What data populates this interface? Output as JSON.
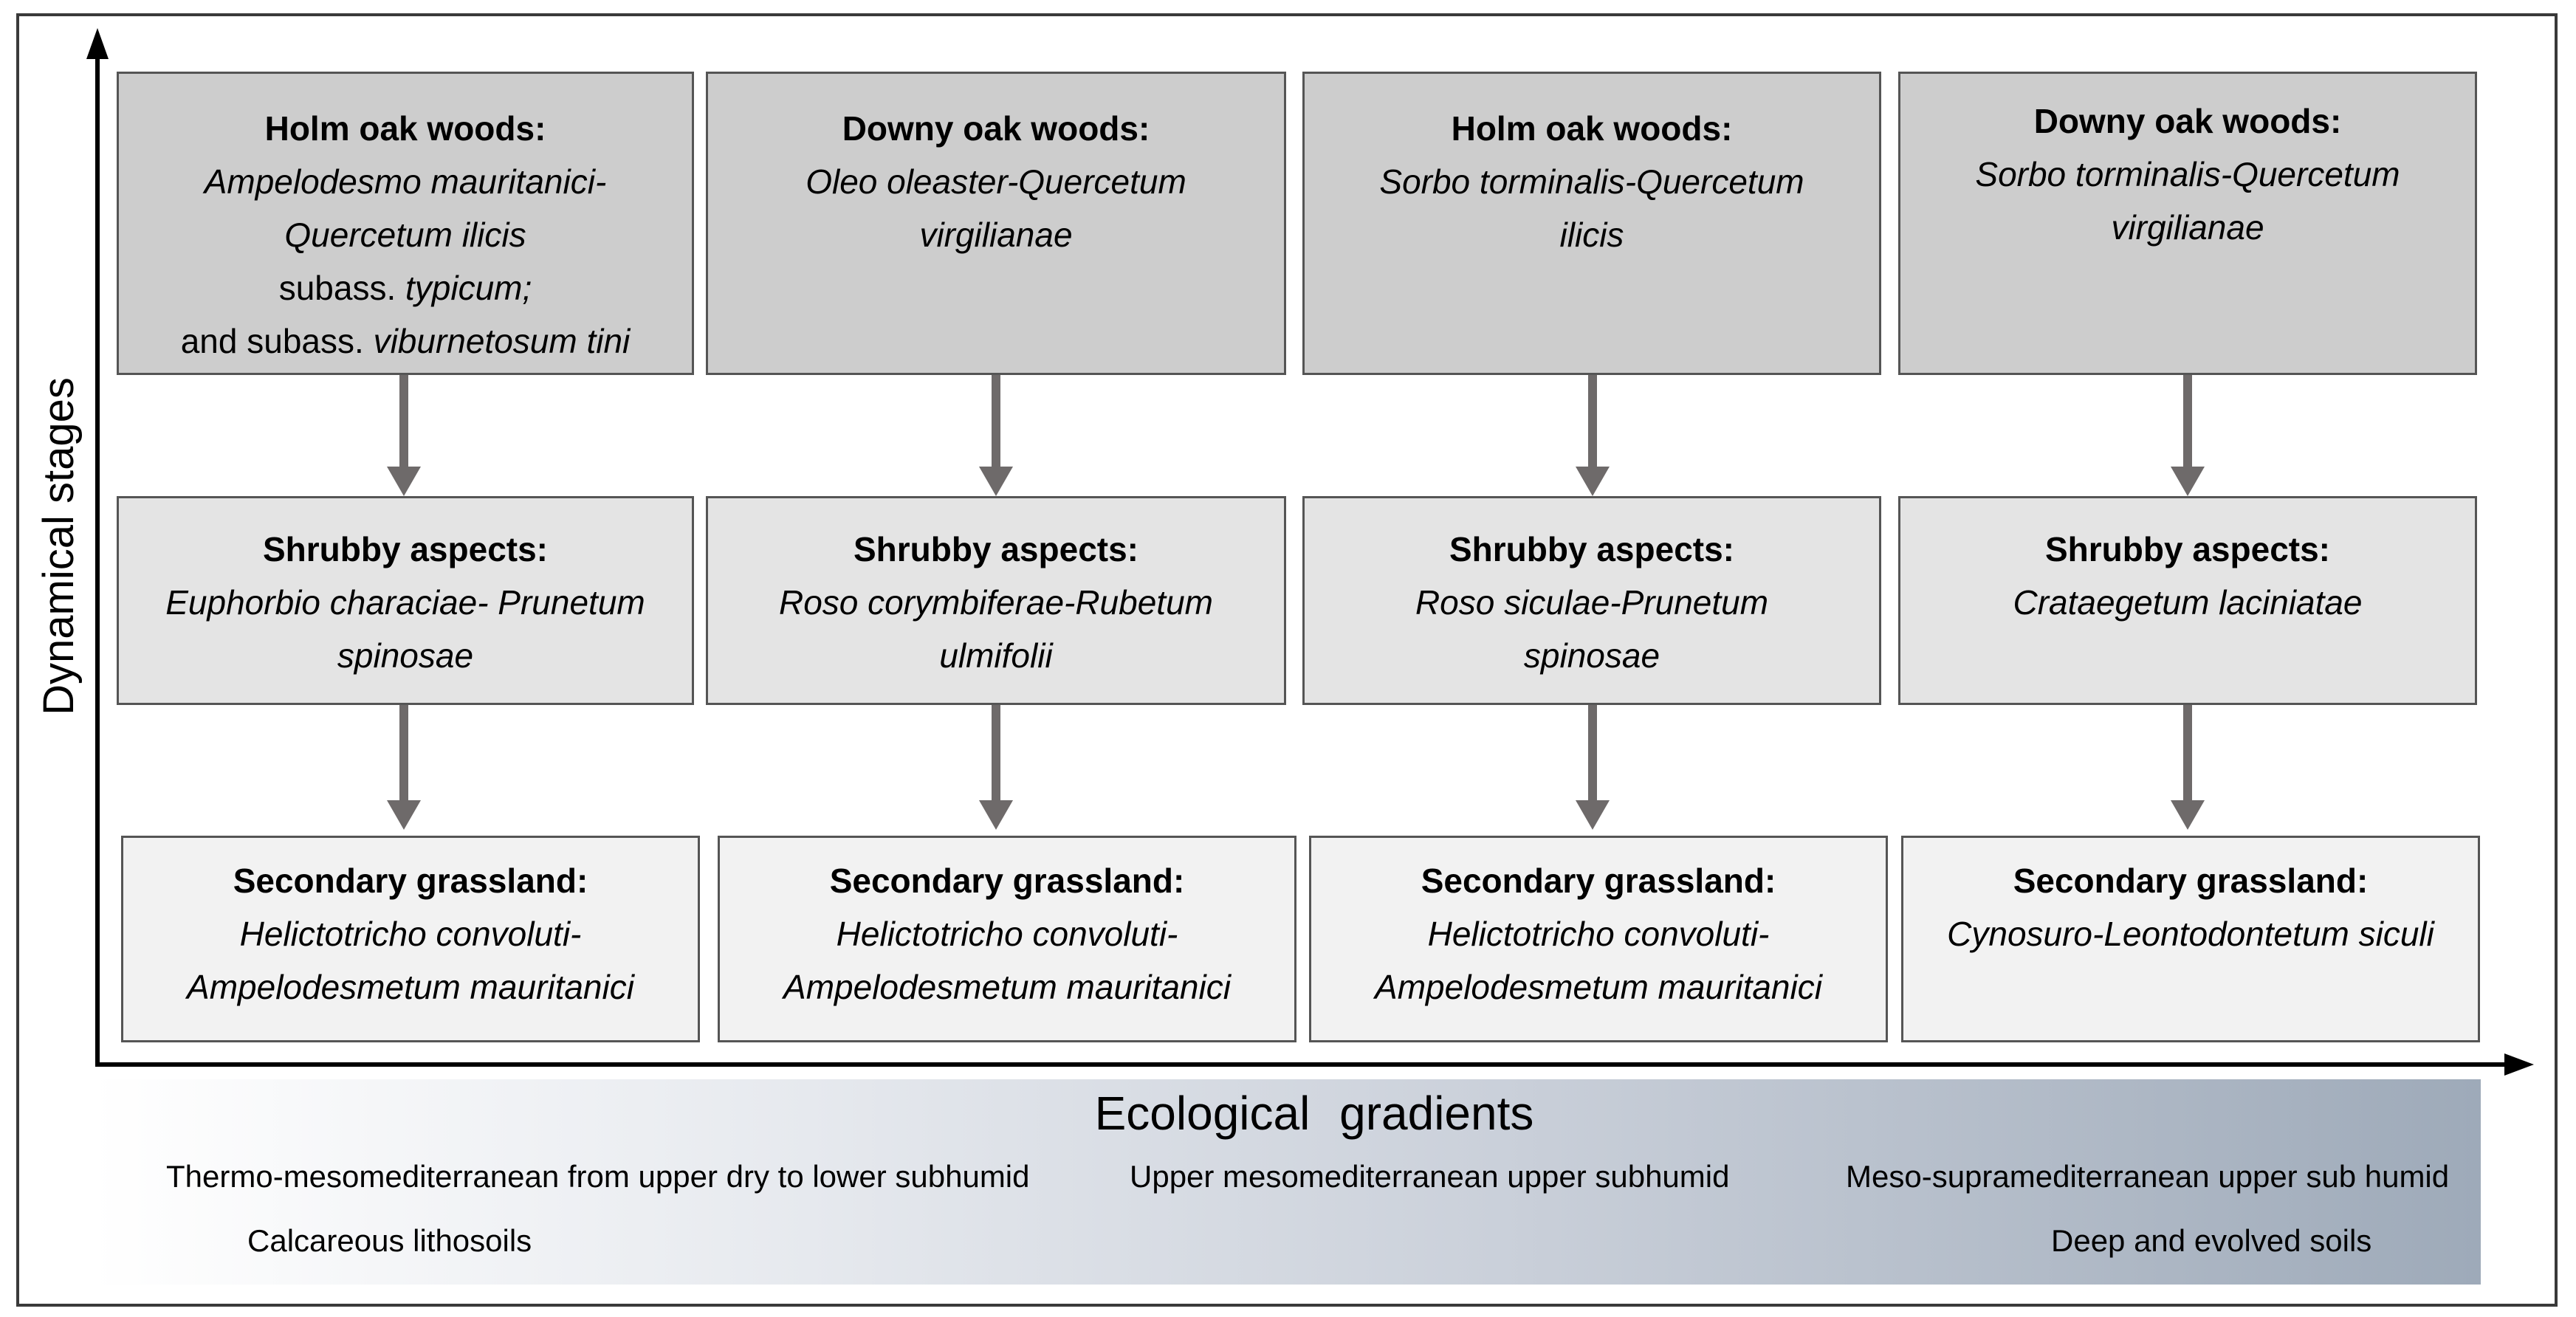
{
  "axes": {
    "y_label": "Dynamical  stages",
    "x_label": "Ecological  gradients"
  },
  "colors": {
    "woods_fill": "#cdcdcd",
    "shrub_fill": "#e4e4e4",
    "grass_fill": "#f2f2f2",
    "arrow": "#6e6a6a",
    "gradient_end": "#9eaab9"
  },
  "columns": [
    {
      "woods": {
        "heading": "Holm oak woods:",
        "lines": [
          {
            "text": "Ampelodesmo mauritanici-",
            "italic": true
          },
          {
            "text": "Quercetum ilicis",
            "italic": true
          }
        ],
        "extra1_plain": "subass. ",
        "extra1_italic": "typicum;",
        "extra2_plain": "and subass. ",
        "extra2_italic": "viburnetosum tini"
      },
      "shrub": {
        "heading": "Shrubby aspects:",
        "line1": "Euphorbio characiae- Prunetum",
        "line2": "spinosae"
      },
      "grass": {
        "heading": "Secondary grassland:",
        "line1": "Helictotricho convoluti-",
        "line2": "Ampelodesmetum mauritanici"
      }
    },
    {
      "woods": {
        "heading": "Downy oak woods:",
        "line1": "Oleo oleaster-Quercetum",
        "line2": "virgilianae"
      },
      "shrub": {
        "heading": "Shrubby aspects:",
        "line1": "Roso corymbiferae-Rubetum",
        "line2": "ulmifolii"
      },
      "grass": {
        "heading": "Secondary grassland:",
        "line1": "Helictotricho convoluti-",
        "line2": "Ampelodesmetum mauritanici"
      }
    },
    {
      "woods": {
        "heading": "Holm oak woods:",
        "line1": "Sorbo torminalis-Quercetum",
        "line2": "ilicis"
      },
      "shrub": {
        "heading": "Shrubby aspects:",
        "line1": "Roso siculae-Prunetum",
        "line2": "spinosae"
      },
      "grass": {
        "heading": "Secondary grassland:",
        "line1": "Helictotricho convoluti-",
        "line2": "Ampelodesmetum mauritanici"
      }
    },
    {
      "woods": {
        "heading": "Downy oak woods:",
        "line1": "Sorbo torminalis-Quercetum",
        "line2": "virgilianae"
      },
      "shrub": {
        "heading": "Shrubby aspects:",
        "line1": "Crataegetum laciniatae"
      },
      "grass": {
        "heading": "Secondary grassland:",
        "line1": "Cynosuro-Leontodontetum siculi"
      }
    }
  ],
  "gradients": {
    "climate_left": "Thermo-mesomediterranean from upper dry to lower subhumid",
    "climate_mid": "Upper mesomediterranean upper subhumid",
    "climate_right": "Meso-supramediterranean upper sub humid",
    "soil_left": "Calcareous lithosoils",
    "soil_right": "Deep and evolved soils"
  }
}
